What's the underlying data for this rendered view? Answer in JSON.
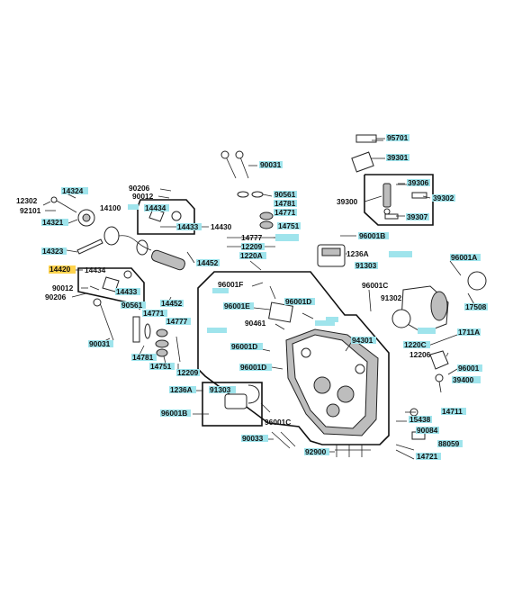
{
  "labels": {
    "l95701": "95701",
    "l39301": "39301",
    "l39306": "39306",
    "l39302": "39302",
    "l39300": "39300",
    "l39307": "39307",
    "l96001B_top": "96001B",
    "l90031_top": "90031",
    "l90561_top": "90561",
    "l14781_top": "14781",
    "l14771_top": "14771",
    "l14751_top": "14751",
    "l14777_top": "14777",
    "l12209_top": "12209",
    "l1220A": "1220A",
    "l1236A_top": "1236A",
    "l91303_top": "91303",
    "l96001C_top": "96001C",
    "l91302": "91302",
    "l96001A": "96001A",
    "l17508": "17508",
    "l1711A": "1711A",
    "l1220C": "1220C",
    "l12206": "12206",
    "l96001_r": "96001",
    "l39400": "39400",
    "l94301": "94301",
    "l14711": "14711",
    "l15438": "15438",
    "l90084": "90084",
    "l88059": "88059",
    "l14721": "14721",
    "l92900": "92900",
    "l90033": "90033",
    "l96001C_bot": "96001C",
    "l96001B_bot": "96001B",
    "l1236A_bot": "1236A",
    "l91303_bot": "91303",
    "l96001D_a": "96001D",
    "l96001D_b": "96001D",
    "l96001D_c": "96001D",
    "l96001E": "96001E",
    "l96001F": "96001F",
    "l90461": "90461",
    "l90206_top": "90206",
    "l90012_top": "90012",
    "l14434_top": "14434",
    "l14433_top": "14433",
    "l14430": "14430",
    "l14452_top": "14452",
    "l12302": "12302",
    "l14324": "14324",
    "l92101": "92101",
    "l14321": "14321",
    "l14100": "14100",
    "l14323": "14323",
    "l14420": "14420",
    "l14434_bot": "14434",
    "l90012_bot": "90012",
    "l90206_bot": "90206",
    "l14433_bot": "14433",
    "l90561_bot": "90561",
    "l14452_bot": "14452",
    "l14771_bot": "14771",
    "l14777_bot": "14777",
    "l90031_bot": "90031",
    "l14781_bot": "14781",
    "l14751_bot": "14751",
    "l12209_bot": "12209"
  },
  "colors": {
    "label_highlight": "#9fe4ec",
    "selected_highlight": "#ffd34d",
    "line": "#222222"
  },
  "selected_part": "14420"
}
